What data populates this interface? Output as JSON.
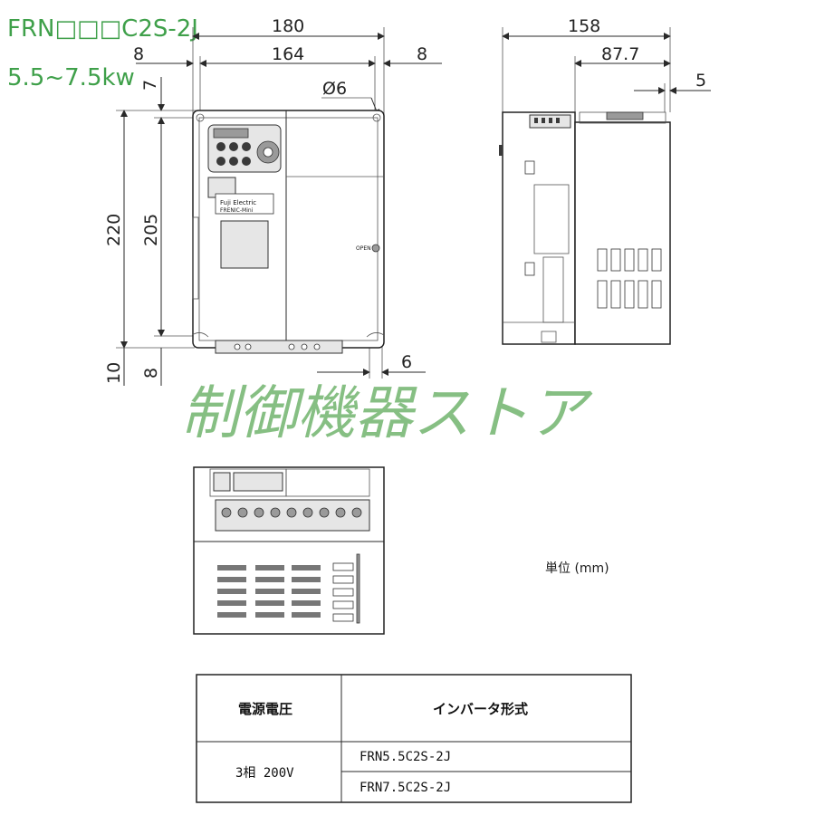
{
  "title": {
    "model": "FRN□□□C2S-2J",
    "power": "5.5~7.5kw"
  },
  "watermark": "制御機器ストア",
  "unit_label": "単位 (mm)",
  "front_view": {
    "width_total": "180",
    "width_inner": "164",
    "margin_left": "8",
    "margin_right": "8",
    "hole_dia": "Ø6",
    "hole_offset_top": "7",
    "height_total": "220",
    "height_inner": "205",
    "bottom_a": "10",
    "bottom_b": "8",
    "bottom_hole": "6",
    "brand": "Fuji Electric",
    "series": "FRENIC-Mini",
    "open_label": "OPEN"
  },
  "side_view": {
    "depth_total": "158",
    "depth_part": "87.7",
    "offset": "5"
  },
  "table": {
    "header_voltage": "電源電圧",
    "header_model": "インバータ形式",
    "voltage": "3相 200V",
    "models": [
      "FRN5.5C2S-2J",
      "FRN7.5C2S-2J"
    ]
  },
  "colors": {
    "title": "#3fa04a",
    "watermark": "#5da95a",
    "line": "#2a2a2a"
  }
}
